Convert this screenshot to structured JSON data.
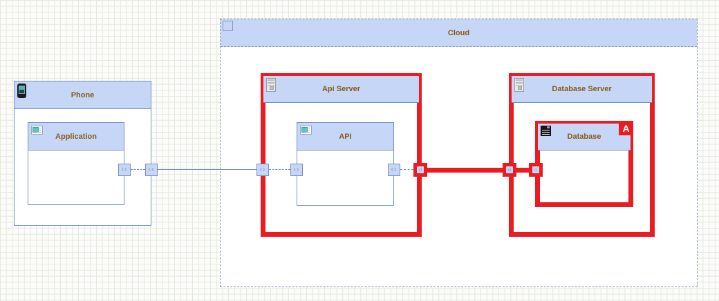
{
  "diagram": {
    "nodes": {
      "cloud": {
        "label": "Cloud"
      },
      "phone": {
        "label": "Phone"
      },
      "application": {
        "label": "Application"
      },
      "api_server": {
        "label": "Api Server"
      },
      "api": {
        "label": "API"
      },
      "database_server": {
        "label": "Database Server"
      },
      "database": {
        "label": "Database",
        "badge": "A"
      }
    },
    "port_glyph": "‹›",
    "colors": {
      "header_fill": "#c5d6f6",
      "box_border": "#7590c8",
      "line_blue": "#7590c8",
      "label_text": "#8a5a15",
      "selection_red": "#ea1c22",
      "grid_line": "#e3e8d9",
      "canvas_bg": "#fcfcfb"
    }
  }
}
